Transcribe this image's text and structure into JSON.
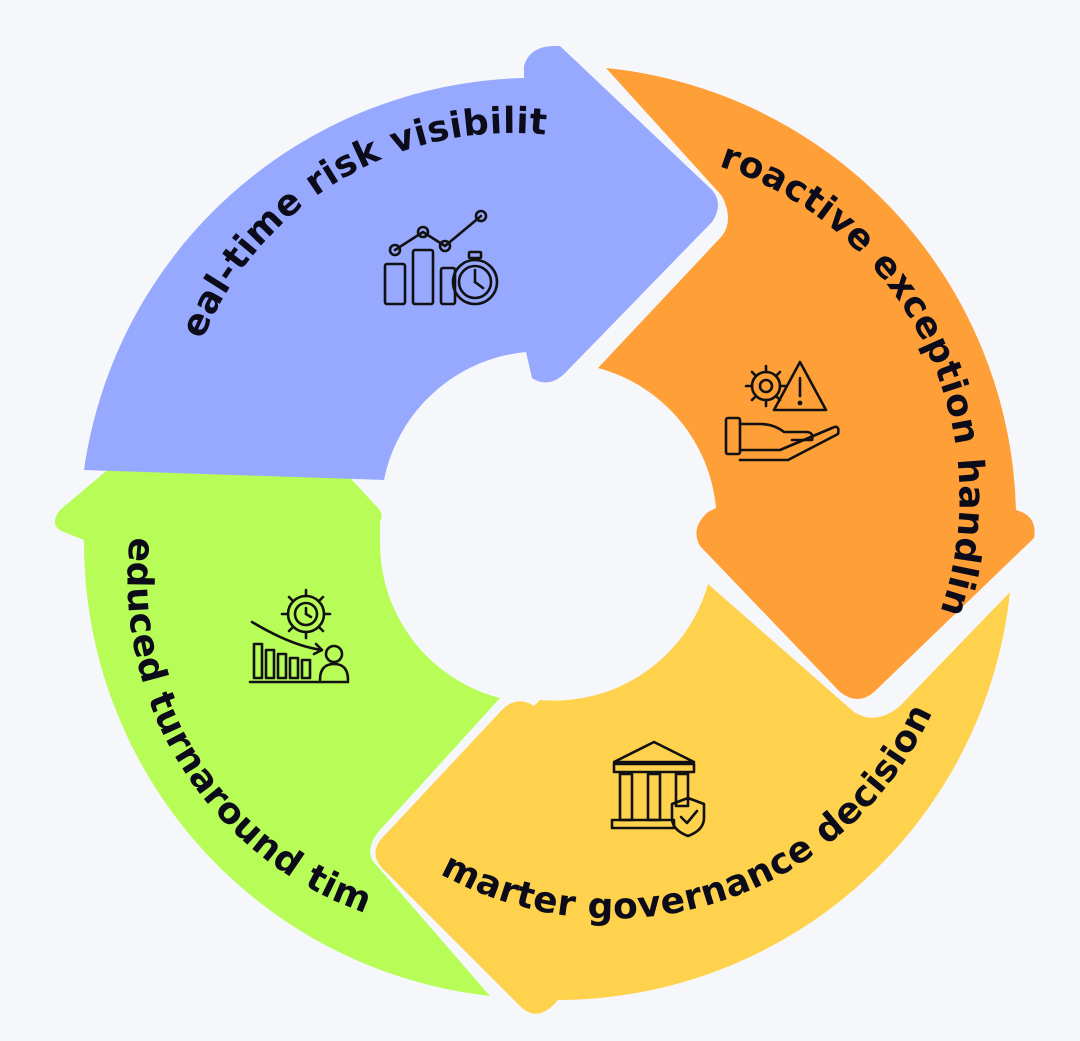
{
  "diagram": {
    "segments": [
      {
        "id": "blue",
        "label": "Real-time risk visibility",
        "color": "#96a9ff",
        "icon": "chart-clock-icon"
      },
      {
        "id": "orange",
        "label": "Proactive exception handling",
        "color": "#ff9f37",
        "icon": "gear-warning-hand-icon"
      },
      {
        "id": "yellow",
        "label": "Smarter governance decisions",
        "color": "#ffd24d",
        "icon": "bank-shield-icon"
      },
      {
        "id": "green",
        "label": "Reduced turnaround time",
        "color": "#b8fc57",
        "icon": "gear-clock-chart-person-icon"
      }
    ]
  }
}
